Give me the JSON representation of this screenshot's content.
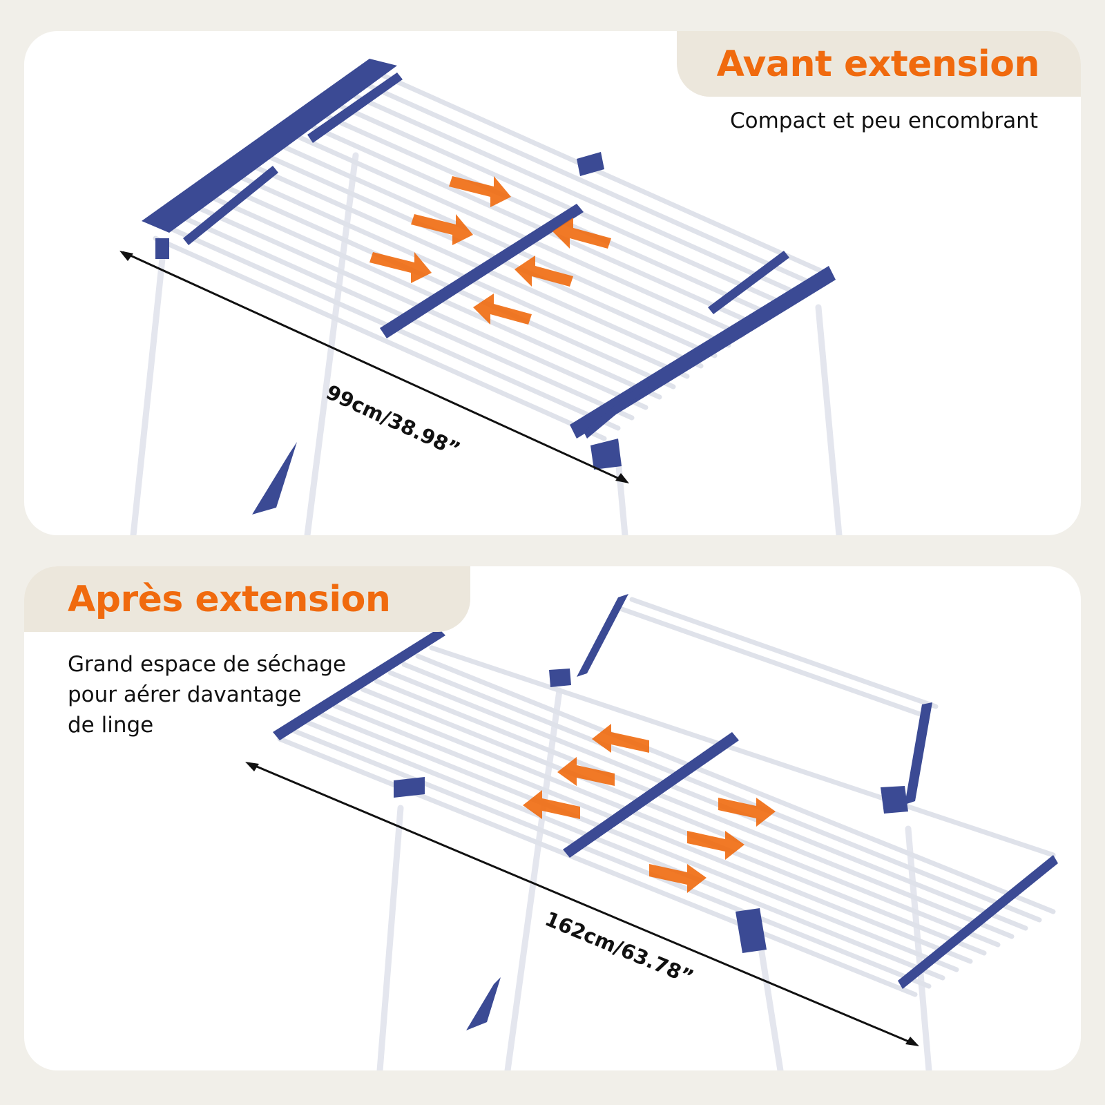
{
  "top_panel": {
    "heading": "Avant extension",
    "subtitle": "Compact et peu encombrant",
    "dimension": "99cm/38.98”"
  },
  "bottom_panel": {
    "heading": "Après extension",
    "subtitle_lines": [
      "Grand espace de séchage",
      "pour aérer davantage",
      "de linge"
    ],
    "dimension": "162cm/63.78”"
  },
  "colors": {
    "accent_orange": "#f06a0e",
    "frame_blue": "#3b4a94",
    "tab_beige": "#ece7dc",
    "page_background": "#f1efe9"
  }
}
